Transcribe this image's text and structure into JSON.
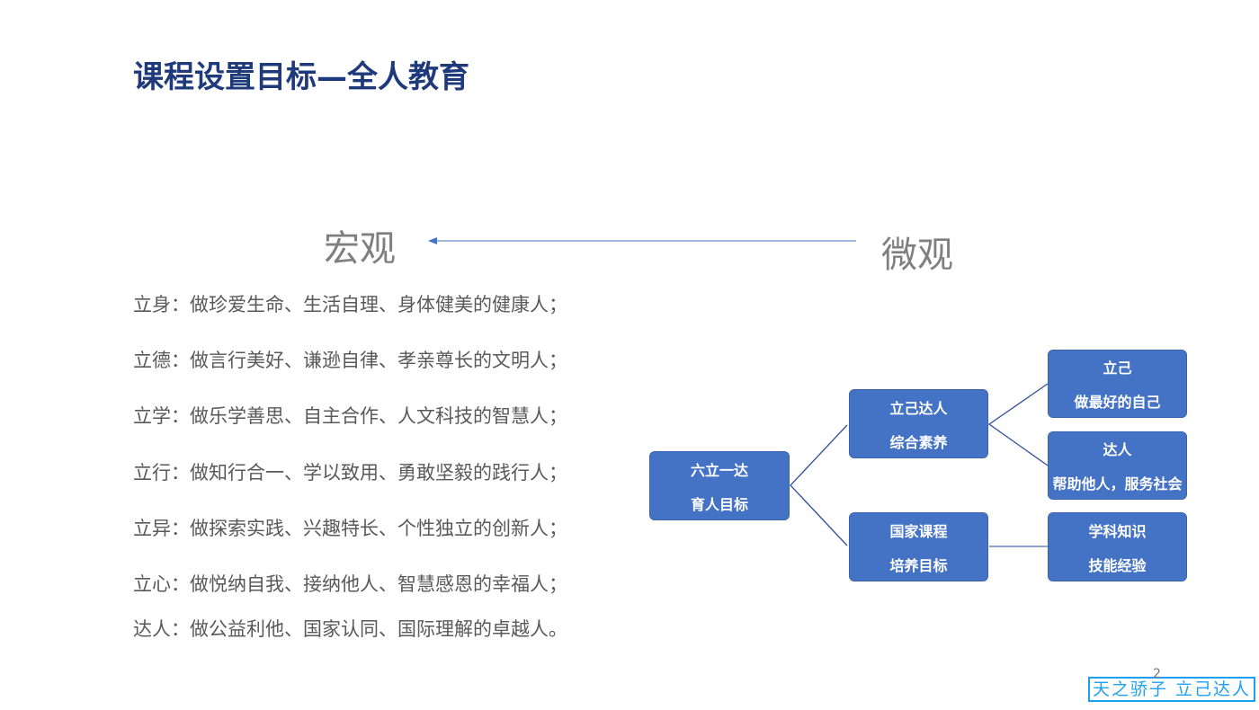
{
  "title": "课程设置目标—全人教育",
  "macro": "宏观",
  "micro": "微观",
  "goals": [
    "立身：做珍爱生命、生活自理、身体健美的健康人；",
    "立德：做言行美好、谦逊自律、孝亲尊长的文明人；",
    "立学：做乐学善思、自主合作、人文科技的智慧人；",
    "立行：做知行合一、学以致用、勇敢坚毅的践行人；",
    "立异：做探索实践、兴趣特长、个性独立的创新人；",
    "立心：做悦纳自我、接纳他人、智慧感恩的幸福人；",
    "达人：做公益利他、国家认同、国际理解的卓越人。"
  ],
  "tree": {
    "root": [
      "六立一达",
      "育人目标"
    ],
    "mid1": [
      "立己达人",
      "综合素养"
    ],
    "mid2": [
      "国家课程",
      "培养目标"
    ],
    "leaf1": [
      "立己",
      "做最好的自己"
    ],
    "leaf2": [
      "达人",
      "帮助他人，服务社会"
    ],
    "leaf3": [
      "学科知识",
      "技能经验"
    ]
  },
  "page_number": "2",
  "logo_text": "天之骄子 立己达人",
  "colors": {
    "box": "#4472c4",
    "title": "#1f3a7a"
  }
}
